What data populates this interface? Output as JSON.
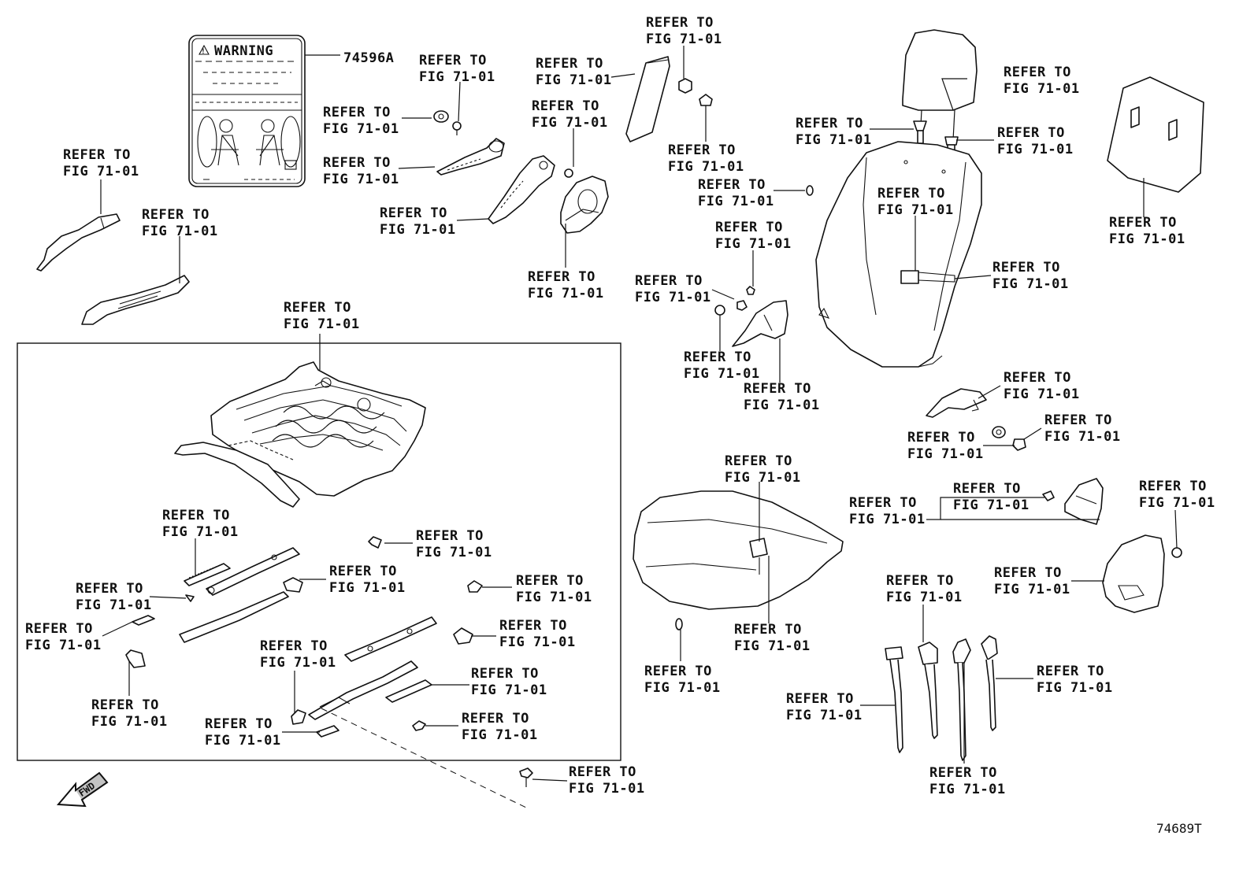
{
  "diagram": {
    "ref_line1": "REFER TO",
    "ref_line2": "FIG 71-01",
    "part_number": "74596A",
    "warning_label": "WARNING",
    "fwd_label": "FWD",
    "figure_id": "74689T"
  }
}
